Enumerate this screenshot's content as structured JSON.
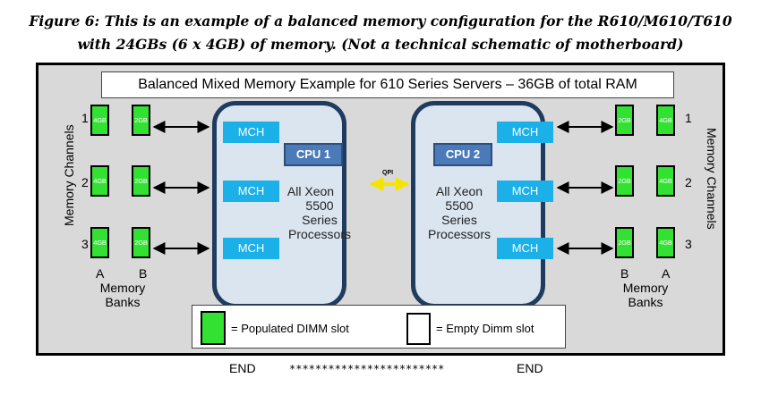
{
  "stars": "************************",
  "caption": {
    "line1": "Figure 6: This is an example of a balanced memory configuration for the R610/M610/T610",
    "line2": "with 24GBs (6 x 4GB) of memory.  (Not a technical schematic of motherboard)"
  },
  "diagram": {
    "title": "Balanced Mixed Memory Example for 610 Series Servers – 36GB of total RAM",
    "memory_channels_label": "Memory Channels",
    "memory_banks_label": "Memory Banks",
    "memory_word": "Memory",
    "banks_word": "Banks",
    "channels": [
      "1",
      "2",
      "3"
    ],
    "bank_letters": {
      "a": "A",
      "b": "B"
    },
    "dimms": {
      "bank_a": "4GB",
      "bank_b": "2GB"
    },
    "cpu1": {
      "label": "CPU 1",
      "mch": [
        "MCH",
        "MCH",
        "MCH"
      ]
    },
    "cpu2": {
      "label": "CPU 2",
      "mch": [
        "MCH",
        "MCH",
        "MCH"
      ]
    },
    "xeon": {
      "line1": "All Xeon",
      "line2": "5500",
      "line3": "Series",
      "line4": "Processors"
    },
    "qpi": "QPI",
    "legend": {
      "populated": "= Populated DIMM slot",
      "empty": "= Empty Dimm slot"
    },
    "colors": {
      "dimm": "#33e133",
      "mch": "#1bb0e8",
      "cpu_border": "#1f3b5e",
      "cpu_fill": "#dbe5f0",
      "qpi": "#f5e400"
    }
  },
  "footer": {
    "left": "END",
    "stars": "************************",
    "right": "END"
  }
}
